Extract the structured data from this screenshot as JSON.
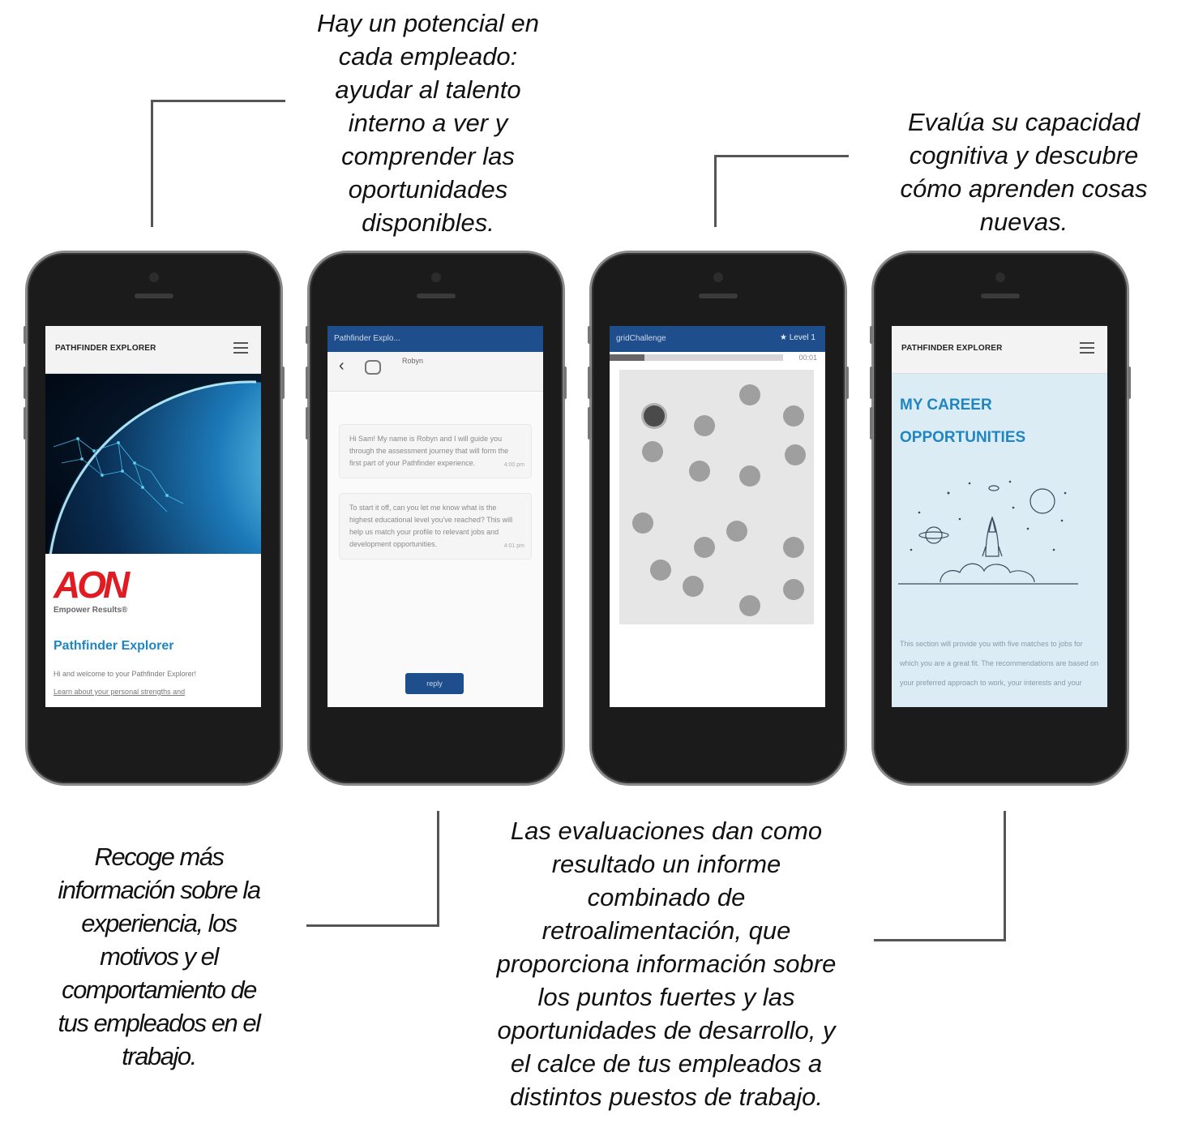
{
  "captions": {
    "top_left": "Hay un potencial en\ncada empleado:\nayudar al talento\ninterno a ver y\ncomprender las\noportunidades\ndisponibles.",
    "top_right": "Evalúa su capacidad\ncognitiva y descubre\ncómo aprenden cosas\nnuevas.",
    "bottom_left": "Recoge más\ninformación sobre la\nexperiencia, los\nmotivos y el\ncomportamiento de\ntus empleados en el\ntrabajo.",
    "bottom_middle": "Las evaluaciones dan como\nresultado un informe\ncombinado de\nretroalimentación, que\nproporciona información sobre\nlos puntos fuertes y las\noportunidades de desarrollo, y\nel calce de tus empleados a\ndistintos puestos de trabajo."
  },
  "phone1": {
    "brand": "PATHFINDER EXPLORER",
    "logo": "AON",
    "tagline": "Empower Results®",
    "title": "Pathfinder Explorer",
    "line1": "Hi and welcome to your Pathfinder Explorer!",
    "line2": "Learn about your personal strengths and"
  },
  "phone2": {
    "header": "Pathfinder Explo...",
    "contact": "Robyn",
    "msg1": "Hi Sam! My name is Robyn and I will guide you through the assessment journey that will form the first part of your Pathfinder experience.",
    "msg1_time": "4:00 pm",
    "msg2": "To start it off, can you let me know what is the highest educational level you've reached? This will help us match your profile to relevant jobs and development opportunities.",
    "msg2_time": "4:01 pm",
    "reply": "reply"
  },
  "phone3": {
    "header": "gridChallenge",
    "level": "Level 1",
    "timer": "00:01",
    "progress": 0.2
  },
  "phone4": {
    "brand": "PATHFINDER EXPLORER",
    "title1": "MY CAREER",
    "title2": "OPPORTUNITIES",
    "body": "This section will provide you with five matches to jobs for which you are a great fit. The recommendations are based on your preferred approach to work, your interests and your"
  },
  "colors": {
    "aon_red": "#e11b22",
    "pathfinder_blue": "#1f86c2",
    "app_blue": "#1e4f8c",
    "career_bg": "#dcecf5"
  }
}
